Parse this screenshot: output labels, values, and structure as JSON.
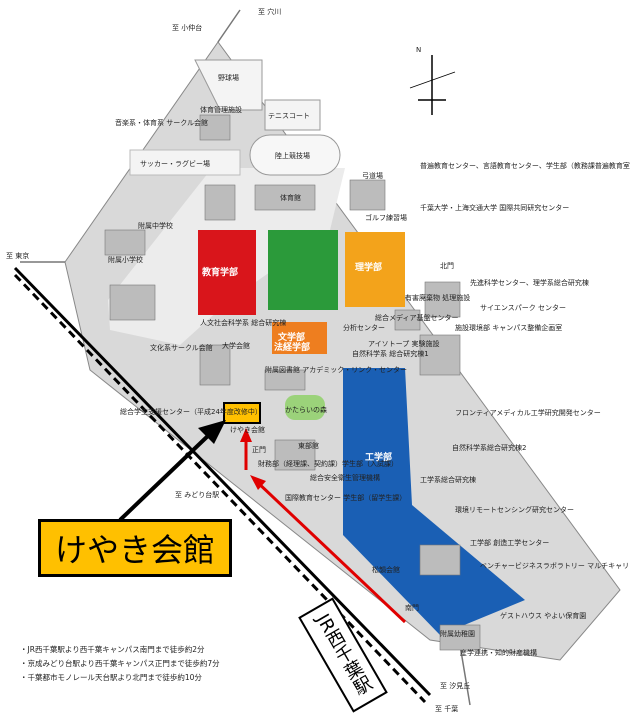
{
  "colors": {
    "education": "#d9151b",
    "letters_law": "#2b9a3a",
    "science": "#f3a31b",
    "humanities": "#ee7e1f",
    "engineering": "#1a5fb4",
    "highlight": "#ffc000",
    "arrow": "#e00000",
    "campus": "#d8d8d8"
  },
  "roads": {
    "top": "至 穴川",
    "top_left": "至 小仲台",
    "left": "至 東京",
    "midori": "至 みどり台駅",
    "shiomigaoka": "至 汐見丘",
    "chiba": "至 千葉"
  },
  "faculties": {
    "education": "教育学部",
    "letters_law": "法経学部",
    "letters": "文学部",
    "science": "理学部",
    "engineering": "工学部"
  },
  "labels": {
    "baseball": "野球場",
    "tennis": "テニスコート",
    "gym_mgmt": "体育管理施設",
    "music_club": "音楽系・体育系 サークル会館",
    "soccer": "サッカー・ラグビー場",
    "track": "陸上競技場",
    "gym": "体育館",
    "kyudo": "弓道場",
    "golf": "ゴルフ練習場",
    "jhs": "附属中学校",
    "es": "附属小学校",
    "general_ed": "普遍教育センター、言語教育センター、学生部（教務課普遍教育室、学生支援課、就職支援課）",
    "joint_research": "千葉大学・上海交通大学 国際共同研究センター",
    "north_gate": "北門",
    "advanced_sci": "先進科学センター、理学系総合研究棟",
    "human_soc": "人文社会科学系 総合研究棟",
    "analysis": "分析センター",
    "media": "総合メディア基盤センター",
    "chemistry": "有害廃棄物 処理施設",
    "isotope": "アイソトープ 実験施設",
    "nat_sci1": "自然科学系 総合研究棟1",
    "library": "附属図書館 アカデミック・リンク・センター",
    "univ_hall": "大学会館",
    "culture_club": "文化系サークル会館",
    "student_support": "総合学生支援センター（平成24年度改修中）",
    "keyaki_small": "けやき会館",
    "katarai": "かたらいの森",
    "science_park": "サイエンスパーク センター",
    "facilities": "施設環境部 キャンパス整備企画室",
    "frontier": "フロンティアメディカル工学研究開発センター",
    "nat_sci2": "自然科学系総合研究棟2",
    "main_gate": "正門",
    "finance": "財務部（経理課、契約課）学生部（入試課）",
    "safety": "総合安全衛生管理機構",
    "intl_ed": "国際教育センター 学生部（留学生課）",
    "eng_research": "工学系総合研究棟",
    "remote_sensing": "環境リモートセンシング研究センター",
    "eng_creation": "工学部 創造工学センター",
    "venture": "ベンチャービジネスラボラトリー マルチキャリアセンター",
    "matsugaoka": "松韻会館",
    "guest_house": "ゲストハウス やよい保育園",
    "south_gate": "南門",
    "kindergarten": "附属幼稚園",
    "ip": "産学連携・知的財産機構",
    "sekisui": "東部館"
  },
  "highlight_label": "けやき会館",
  "station_label": "JR西千葉駅",
  "compass": "N",
  "notes": [
    "・JR西千葉駅より西千葉キャンパス南門まで徒歩約2分",
    "・京成みどり台駅より西千葉キャンパス正門まで徒歩約7分",
    "・千葉都市モノレール天台駅より北門まで徒歩約10分"
  ]
}
